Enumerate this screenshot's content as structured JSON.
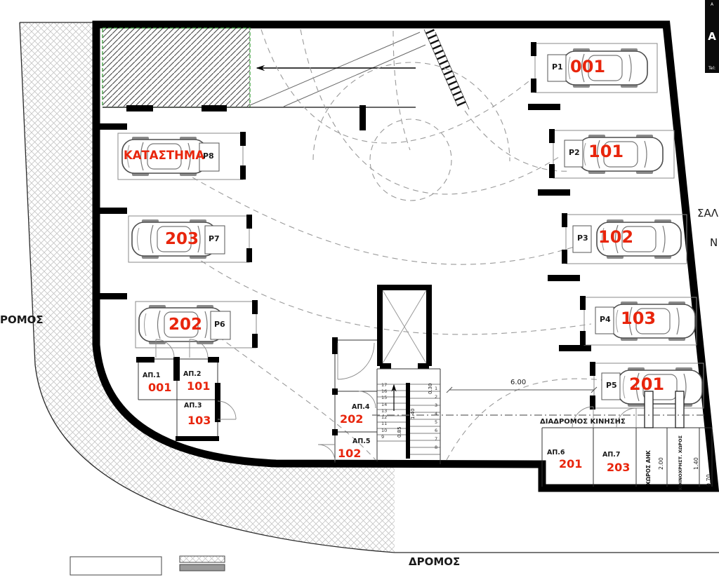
{
  "colors": {
    "unit_red": "#e8250c",
    "wall": "#000000",
    "ramp_dash_green": "#3aa13a"
  },
  "logo": {
    "top": "A",
    "mark": "A",
    "tel": "Tel:"
  },
  "streets": {
    "left": "ΡΟΜΟΣ",
    "bottom": "ΔΡΟΜΟΣ",
    "right": "ΣΑΛ",
    "right_cont": "Ν"
  },
  "parking_left": [
    {
      "space": "P8",
      "unit": "ΚΑΤΑΣΤΗΜΑ"
    },
    {
      "space": "P7",
      "unit": "203"
    },
    {
      "space": "P6",
      "unit": "202"
    }
  ],
  "parking_right": [
    {
      "space": "P1",
      "unit": "001"
    },
    {
      "space": "P2",
      "unit": "101"
    },
    {
      "space": "P3",
      "unit": "102"
    },
    {
      "space": "P4",
      "unit": "103"
    },
    {
      "space": "P5",
      "unit": "201"
    }
  ],
  "storage": [
    {
      "id": "ΑΠ.1",
      "unit": "001"
    },
    {
      "id": "ΑΠ.2",
      "unit": "101"
    },
    {
      "id": "ΑΠ.3",
      "unit": "103"
    },
    {
      "id": "ΑΠ.4",
      "unit": "202"
    },
    {
      "id": "ΑΠ.5",
      "unit": "102"
    },
    {
      "id": "ΑΠ.6",
      "unit": "201"
    },
    {
      "id": "ΑΠ.7",
      "unit": "203"
    }
  ],
  "corridor": {
    "label": "ΔΙΑΔΡΟΜΟΣ ΚΙΝΗΣΗΣ",
    "dim": "6.00"
  },
  "utility": {
    "ahk": "ΧΩΡΟΣ ΑΗΚ",
    "ahk_dim": "2.00",
    "common": "ΚΟΙΝΟΧΡΗΣΤ. ΧΩΡΟΣ",
    "common_dim": "1.40",
    "edge_dim": "0.70"
  },
  "stairs": {
    "steps": [
      "1",
      "2",
      "3",
      "4",
      "5",
      "6",
      "7",
      "8",
      "9",
      "10",
      "11",
      "12",
      "13",
      "14",
      "15",
      "16",
      "17"
    ],
    "dims": {
      "width": "1.40",
      "run": "0.85",
      "riser": "0.30"
    }
  }
}
